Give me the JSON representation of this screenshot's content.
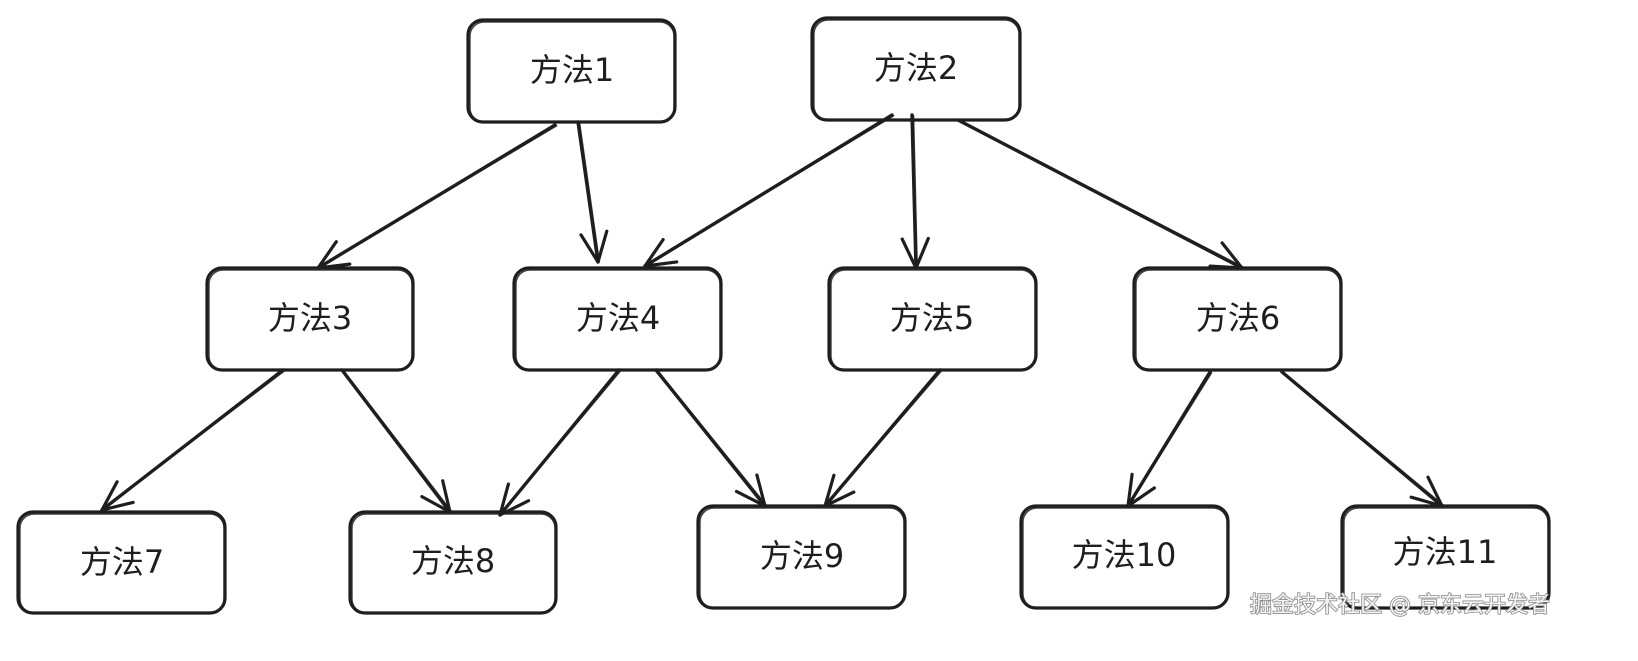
{
  "diagram": {
    "nodes": [
      {
        "label": "方法1"
      },
      {
        "label": "方法2"
      },
      {
        "label": "方法3"
      },
      {
        "label": "方法4"
      },
      {
        "label": "方法5"
      },
      {
        "label": "方法6"
      },
      {
        "label": "方法7"
      },
      {
        "label": "方法8"
      },
      {
        "label": "方法9"
      },
      {
        "label": "方法10"
      },
      {
        "label": "方法11"
      }
    ],
    "edges": [
      {
        "from": 0,
        "to": 2
      },
      {
        "from": 0,
        "to": 3
      },
      {
        "from": 1,
        "to": 3
      },
      {
        "from": 1,
        "to": 4
      },
      {
        "from": 1,
        "to": 5
      },
      {
        "from": 2,
        "to": 6
      },
      {
        "from": 2,
        "to": 7
      },
      {
        "from": 3,
        "to": 7
      },
      {
        "from": 3,
        "to": 8
      },
      {
        "from": 4,
        "to": 8
      },
      {
        "from": 5,
        "to": 9
      },
      {
        "from": 5,
        "to": 10
      }
    ]
  },
  "watermark": "掘金技术社区 @ 京东云开发者",
  "colors": {
    "stroke": "#1e1e1e",
    "background": "#ffffff"
  }
}
